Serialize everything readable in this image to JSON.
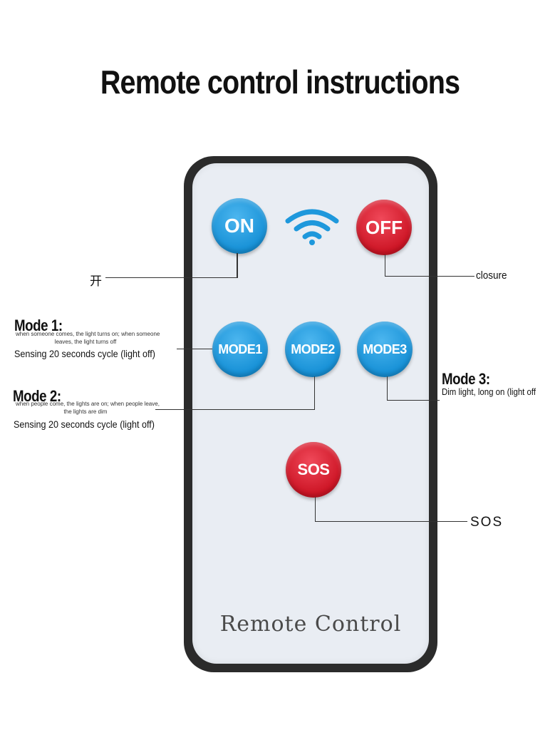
{
  "title": "Remote control instructions",
  "remote": {
    "brand": "Remote Control",
    "buttons": {
      "on": "ON",
      "off": "OFF",
      "mode1": "MODE1",
      "mode2": "MODE2",
      "mode3": "MODE3",
      "sos": "SOS"
    }
  },
  "callouts": {
    "on": "开",
    "off": "closure",
    "mode1": {
      "heading": "Mode 1:",
      "detail_line1": "when someone comes, the light turns on; when someone",
      "detail_line2": "leaves, the light turns off",
      "summary": "Sensing 20 seconds cycle (light off)"
    },
    "mode2": {
      "heading": "Mode 2:",
      "detail_line1": "when people come, the lights are on; when people leave,",
      "detail_line2": "the lights are dim",
      "summary": "Sensing 20 seconds cycle (light off)"
    },
    "mode3": {
      "heading": "Mode 3:",
      "summary": "Dim light, long on (light off"
    },
    "sos": "SOS"
  },
  "colors": {
    "blue_button": "#1690d6",
    "red_button": "#cc1424",
    "remote_body": "#2b2b2b",
    "remote_face": "#e9edf3"
  },
  "icons": [
    "wifi-signal-icon"
  ]
}
